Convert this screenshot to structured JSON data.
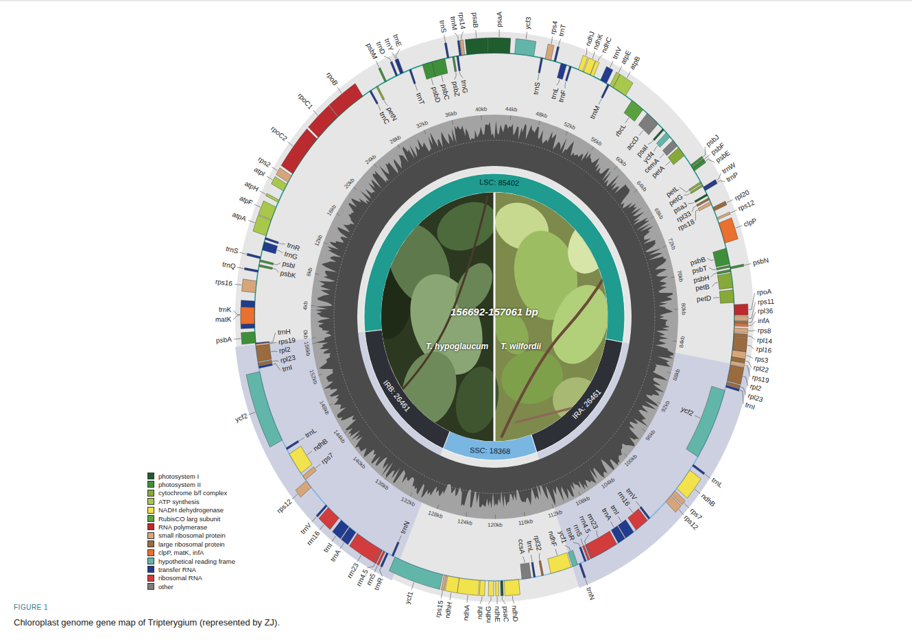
{
  "diagram": {
    "caption": "Chloroplast genome gene map of Tripterygium (represented by ZJ).",
    "labels": [
      "trnH",
      "psbA",
      "trnK",
      "matK",
      "rps16",
      "trnQ",
      "psbK",
      "psbI",
      "trnS",
      "trnG",
      "trnR",
      "atpA",
      "atpF",
      "atpH",
      "atpI",
      "rps2",
      "rpoC2",
      "rpoC1",
      "rpoB",
      "trnC",
      "petN",
      "psbM",
      "trnD",
      "trnY",
      "trnE",
      "trnT",
      "psbD",
      "psbC",
      "trnS",
      "psbZ",
      "trnG",
      "trnM",
      "rps14",
      "psaB",
      "psaA",
      "ycf3",
      "trnS",
      "rps4",
      "trnT",
      "trnL",
      "trnF",
      "ndhJ",
      "ndhK",
      "ndhC",
      "trnV",
      "trnM",
      "atpE",
      "atpB",
      "rbcL",
      "accD",
      "psaI",
      "ycf4",
      "cemA",
      "petA",
      "psbJ",
      "psbF",
      "psbE",
      "petL",
      "petG",
      "trnW",
      "trnP",
      "psaJ",
      "rpl33",
      "rps18",
      "rpl20",
      "rps12",
      "clpP",
      "psbB",
      "psbT",
      "psbN",
      "psbH",
      "petB",
      "petD",
      "rpoA",
      "rps11",
      "rpl36",
      "infA",
      "rps8",
      "rpl14",
      "rpl16",
      "rps3",
      "rpl22",
      "rps19",
      "rpl2",
      "rpl23",
      "trnI",
      "ycf2",
      "trnL",
      "ndhB",
      "rps7",
      "rps12",
      "trnV",
      "rrn16",
      "trnI",
      "trnA",
      "rrn23",
      "rrn4.5",
      "rrn5",
      "trnR",
      "trnN",
      "ycf1",
      "ndhF",
      "rpl32",
      "trnL",
      "ccsA",
      "ndhD",
      "psaC",
      "ndhE",
      "ndhG",
      "ndhI",
      "ndhA",
      "ndhH",
      "rps15",
      "ycf1",
      "trnN",
      "trnR",
      "rrn5",
      "rrn4.5",
      "rrn23",
      "trnA",
      "trnI",
      "rrn16",
      "trnV",
      "rps12",
      "rps7",
      "ndhB",
      "trnL",
      "ycf2",
      "trnI",
      "rpl23",
      "rpl2",
      "rps19",
      "0kb",
      "4kb",
      "8kb",
      "12kb",
      "16kb",
      "20kb",
      "24kb",
      "28kb",
      "32kb",
      "36kb",
      "40kb",
      "44kb",
      "48kb",
      "52kb",
      "56kb",
      "60kb",
      "64kb",
      "68kb",
      "72kb",
      "76kb",
      "80kb",
      "84kb",
      "88kb",
      "92kb",
      "96kb",
      "100kb",
      "104kb",
      "108kb",
      "112kb",
      "116kb",
      "120kb",
      "124kb",
      "128kb",
      "132kb",
      "136kb",
      "140kb",
      "144kb",
      "148kb",
      "152kb",
      "156kb",
      "LSC: 85402",
      "IRA: 26461",
      "SSC: 18368",
      "IRB: 26461",
      "156692-157061 bp",
      "T. hypoglaucum",
      "T. wilfordii",
      "FIGURE 1"
    ],
    "legend": [
      {
        "text": "photosystem I",
        "color": "#1f5c2e"
      },
      {
        "text": "photosystem II",
        "color": "#3f8f3a"
      },
      {
        "text": "cytochrome b/f complex",
        "color": "#86a93a"
      },
      {
        "text": "ATP synthesis",
        "color": "#a8c84c"
      },
      {
        "text": "NADH dehydrogenase",
        "color": "#f2e24b"
      },
      {
        "text": "RubisCO larg subunit",
        "color": "#5aa040"
      },
      {
        "text": "RNA polymerase",
        "color": "#bb2a2e"
      },
      {
        "text": "small ribosomal protein",
        "color": "#d6a67a"
      },
      {
        "text": "large ribosomal protein",
        "color": "#9a6b3f"
      },
      {
        "text": "clpP, matK, infA",
        "color": "#e9702e"
      },
      {
        "text": "hypothetical reading frame",
        "color": "#62b6a9"
      },
      {
        "text": "transfer RNA",
        "color": "#213b8f"
      },
      {
        "text": "ribosomal RNA",
        "color": "#d23c3c"
      },
      {
        "text": "other",
        "color": "#7d7d7d"
      }
    ]
  }
}
